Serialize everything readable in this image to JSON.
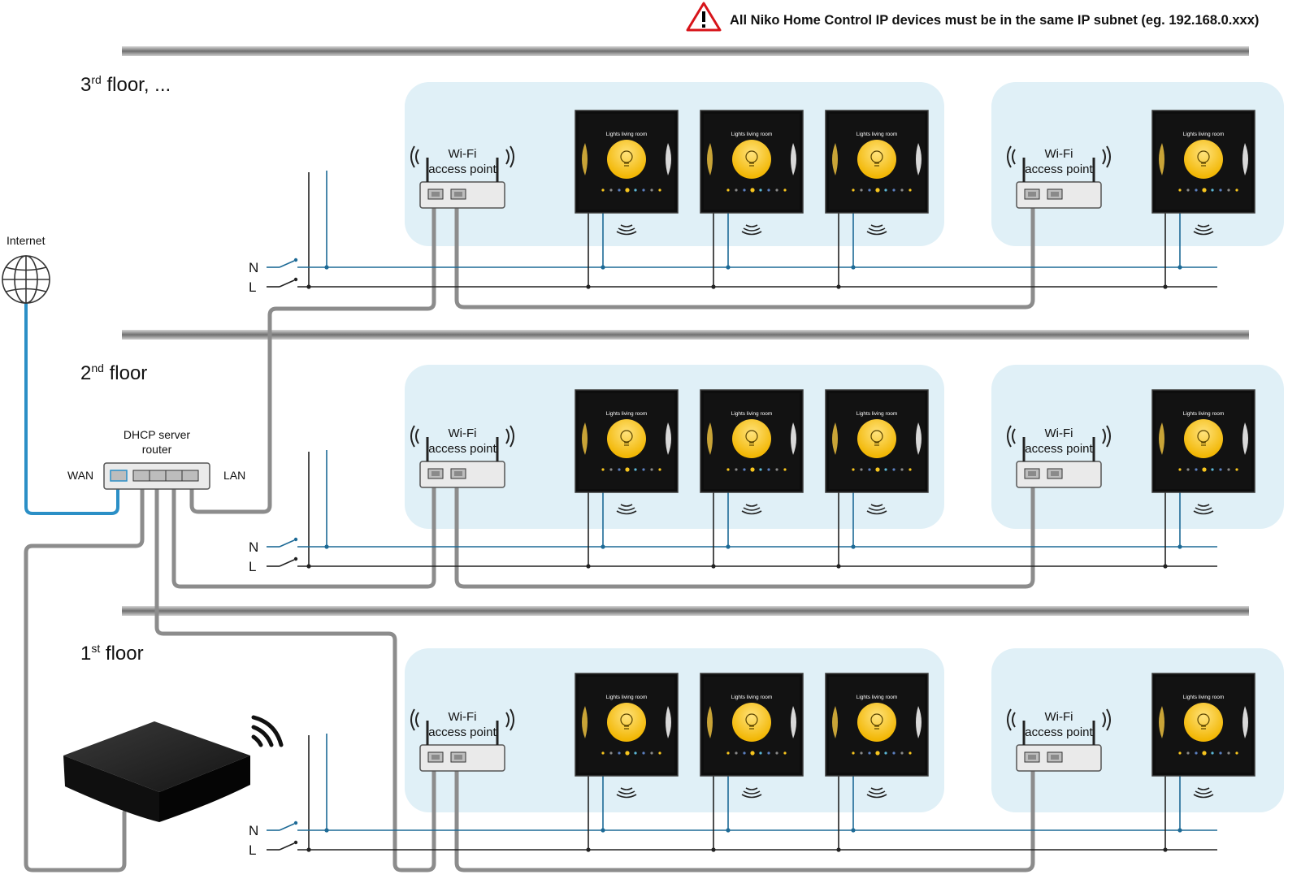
{
  "warning": {
    "text": "All Niko Home Control IP devices must be in the same IP subnet (eg. 192.168.0.xxx)",
    "icon": "warning-triangle-icon",
    "color": "#d7141a"
  },
  "internet": {
    "label": "Internet",
    "icon": "globe-icon"
  },
  "router": {
    "label_line1": "DHCP server",
    "label_line2": "router",
    "wan_label": "WAN",
    "lan_label": "LAN"
  },
  "floors": [
    {
      "name": "3",
      "sup": "rd",
      "suffix": " floor, ..."
    },
    {
      "name": "2",
      "sup": "nd",
      "suffix": " floor"
    },
    {
      "name": "1",
      "sup": "st",
      "suffix": " floor"
    }
  ],
  "access_point": {
    "line1": "Wi-Fi",
    "line2": "access point"
  },
  "panel": {
    "label": "Lights living room"
  },
  "bus": {
    "n_label": "N",
    "l_label": "L"
  },
  "colors": {
    "zone_fill": "#e0f0f7",
    "neutral_wire": "#1d6a96",
    "line_wire": "#222222",
    "ethernet_cable": "#8c8c8c",
    "internet_cable": "#2b8fc6",
    "panel_accent": "#f7c51e"
  }
}
